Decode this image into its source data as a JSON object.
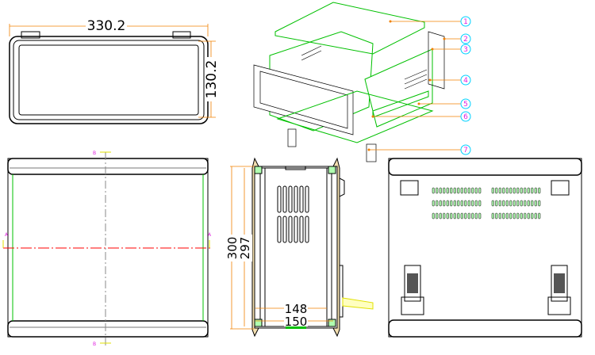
{
  "drawing": {
    "front_view": {
      "width_dim": "330.2",
      "height_dim": "130.2"
    },
    "side_view": {
      "outer_depth_dim": "300",
      "inner_depth_dim": "297",
      "inner_width_dim": "148",
      "outer_width_dim": "150"
    },
    "top_view": {
      "section_marks": [
        "A",
        "A",
        "B",
        "B"
      ]
    },
    "isometric_view": {
      "callouts": [
        "1",
        "2",
        "3",
        "4",
        "5",
        "6",
        "7"
      ]
    },
    "colors": {
      "dimension": "#f08000",
      "outline": "#000000",
      "detail": "#00c000",
      "section": "#ff0000",
      "callout_circle": "#00d0ff",
      "callout_text": "#e020e0",
      "frame_accent": "#f0d090"
    }
  }
}
